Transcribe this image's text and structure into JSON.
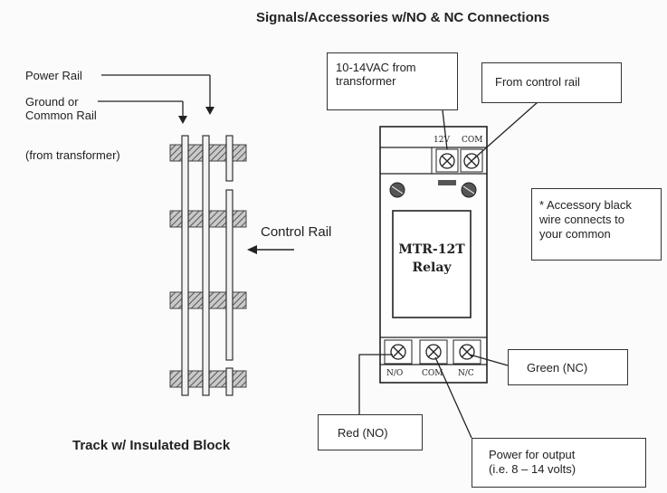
{
  "title": "Signals/Accessories w/NO & NC Connections",
  "track": {
    "power_rail": "Power Rail",
    "ground_rail_line1": "Ground or",
    "ground_rail_line2": "Common Rail",
    "from_transformer": "(from transformer)",
    "control_rail": "Control Rail",
    "caption": "Track w/ Insulated Block"
  },
  "relay": {
    "label_line1": "MTR-12T",
    "label_line2": "Relay",
    "top_terminal_1": "12V",
    "top_terminal_2": "COM",
    "bottom_terminal_1": "N/O",
    "bottom_terminal_2": "COM",
    "bottom_terminal_3": "N/C"
  },
  "callouts": {
    "vac_line1": "10-14VAC from",
    "vac_line2": "transformer",
    "control_rail": "From control rail",
    "note_line1": "* Accessory black",
    "note_line2": "wire connects to",
    "note_line3": "your common",
    "green": "Green (NC)",
    "red": "Red (NO)",
    "power_line1": "Power for output",
    "power_line2": "(i.e. 8 – 14 volts)"
  }
}
